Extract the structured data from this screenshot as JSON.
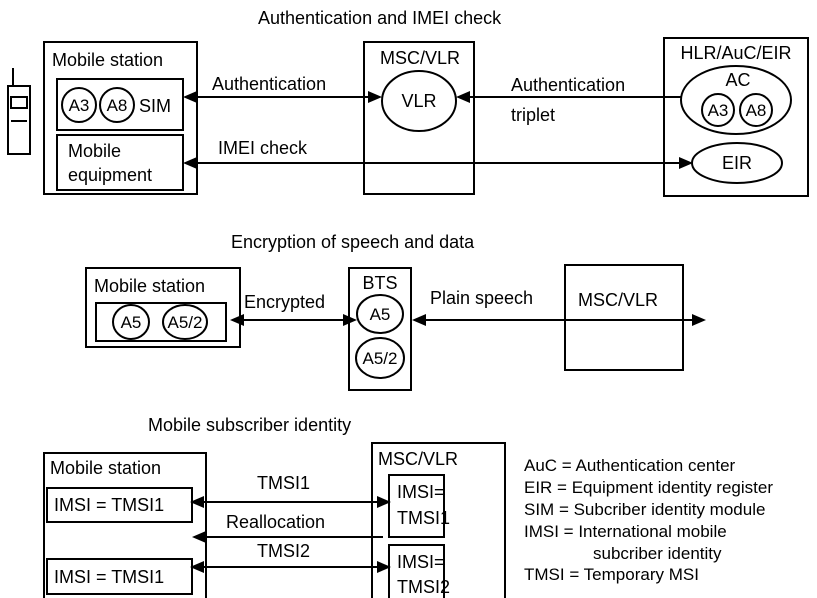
{
  "sections": {
    "auth": {
      "title": "Authentication and IMEI check",
      "mobile_station": {
        "title": "Mobile station",
        "sim": {
          "a3": "A3",
          "a8": "A8",
          "label": "SIM"
        },
        "equipment_line1": "Mobile",
        "equipment_line2": "equipment"
      },
      "msc_vlr": {
        "title": "MSC/VLR",
        "vlr": "VLR"
      },
      "hlr": {
        "title": "HLR/AuC/EIR",
        "ac": "AC",
        "a3": "A3",
        "a8": "A8",
        "eir": "EIR"
      },
      "arrows": {
        "authentication": "Authentication",
        "imei_check": "IMEI check",
        "triplet_line1": "Authentication",
        "triplet_line2": "triplet"
      }
    },
    "encryption": {
      "title": "Encryption of speech and data",
      "mobile_station": {
        "title": "Mobile station",
        "a5": "A5",
        "a52": "A5/2"
      },
      "bts": {
        "title": "BTS",
        "a5": "A5",
        "a52": "A5/2"
      },
      "msc_vlr": {
        "title": "MSC/VLR"
      },
      "arrows": {
        "encrypted": "Encrypted",
        "plain_speech": "Plain speech"
      }
    },
    "identity": {
      "title": "Mobile subscriber identity",
      "mobile_station": {
        "title": "Mobile station",
        "row1": "IMSI = TMSI1",
        "row2": "IMSI = TMSI1"
      },
      "msc_vlr": {
        "title": "MSC/VLR",
        "box1_line1": "IMSI=",
        "box1_line2": "TMSI1",
        "box2_line1": "IMSI=",
        "box2_line2": "TMSI2"
      },
      "arrows": {
        "tmsi1": "TMSI1",
        "reallocation": "Reallocation",
        "tmsi2": "TMSI2"
      }
    }
  },
  "legend": [
    "AuC = Authentication center",
    "EIR = Equipment identity register",
    "SIM = Subcriber identity module",
    "IMSI = International mobile",
    "subcriber identity",
    "TMSI = Temporary MSI"
  ]
}
